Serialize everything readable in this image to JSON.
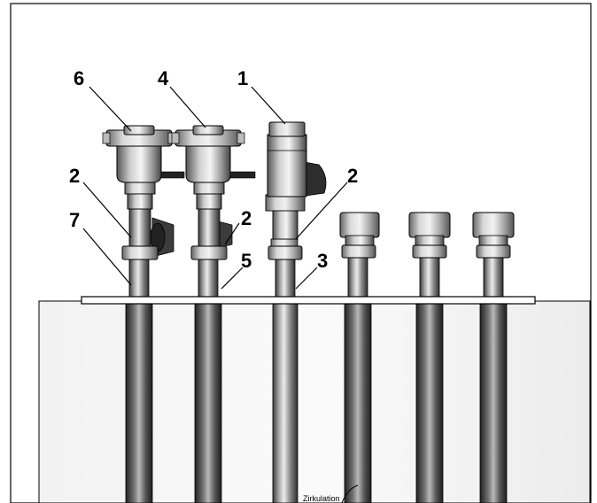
{
  "diagram": {
    "callouts": {
      "c1": "1",
      "c2a": "2",
      "c2b": "2",
      "c2c": "2",
      "c3": "3",
      "c4": "4",
      "c5": "5",
      "c6": "6",
      "c7": "7"
    },
    "circulation_label": "Zirkulation"
  },
  "colors": {
    "pipe_dark": "#4a4a4a",
    "pipe_light": "#e6e6e6",
    "tank_bg": "#f4f4f4",
    "outline": "#000000"
  }
}
